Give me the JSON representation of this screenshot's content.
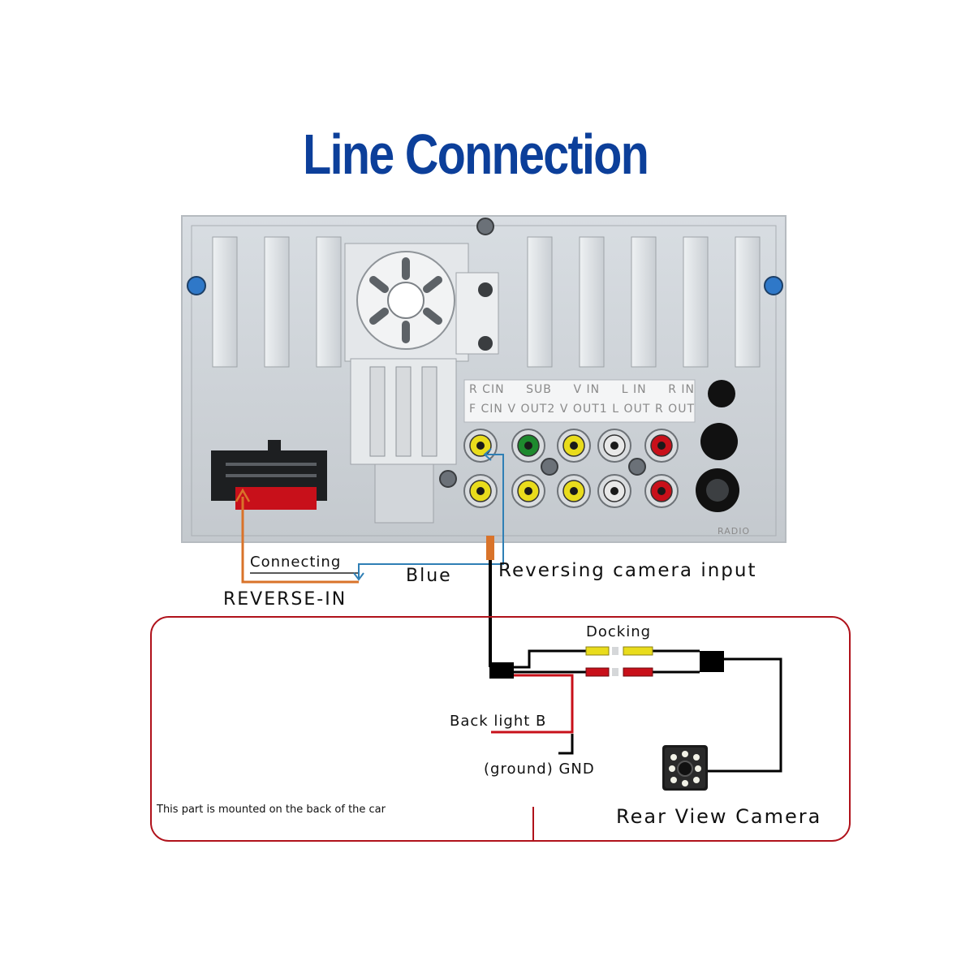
{
  "title": "Line Connection",
  "unit": {
    "jack_labels_top": [
      "R CIN",
      "SUB",
      "V IN",
      "L IN",
      "R IN"
    ],
    "jack_labels_bottom": [
      "F CIN",
      "V OUT2",
      "V OUT1",
      "L OUT",
      "R OUT"
    ],
    "radio_tag": "RADIO"
  },
  "labels": {
    "connecting": "Connecting",
    "reverse_in": "REVERSE-IN",
    "blue": "Blue",
    "reversing_camera_input": "Reversing camera input",
    "docking": "Docking",
    "back_light": "Back light B",
    "ground": "(ground) GND",
    "mounted_note": "This part is mounted on the back of the car",
    "rear_view_camera": "Rear View Camera"
  },
  "colors": {
    "title": "#0c3f9a",
    "reverse_wire": "#d9732a",
    "blue_wire": "#2f7fb5",
    "red_wire": "#c8101a",
    "box_border": "#b0121b",
    "rca_yellow": "#e9dc1c",
    "rca_green": "#1e8a2e",
    "rca_white": "#e8e8e8",
    "rca_red": "#c8101a"
  }
}
